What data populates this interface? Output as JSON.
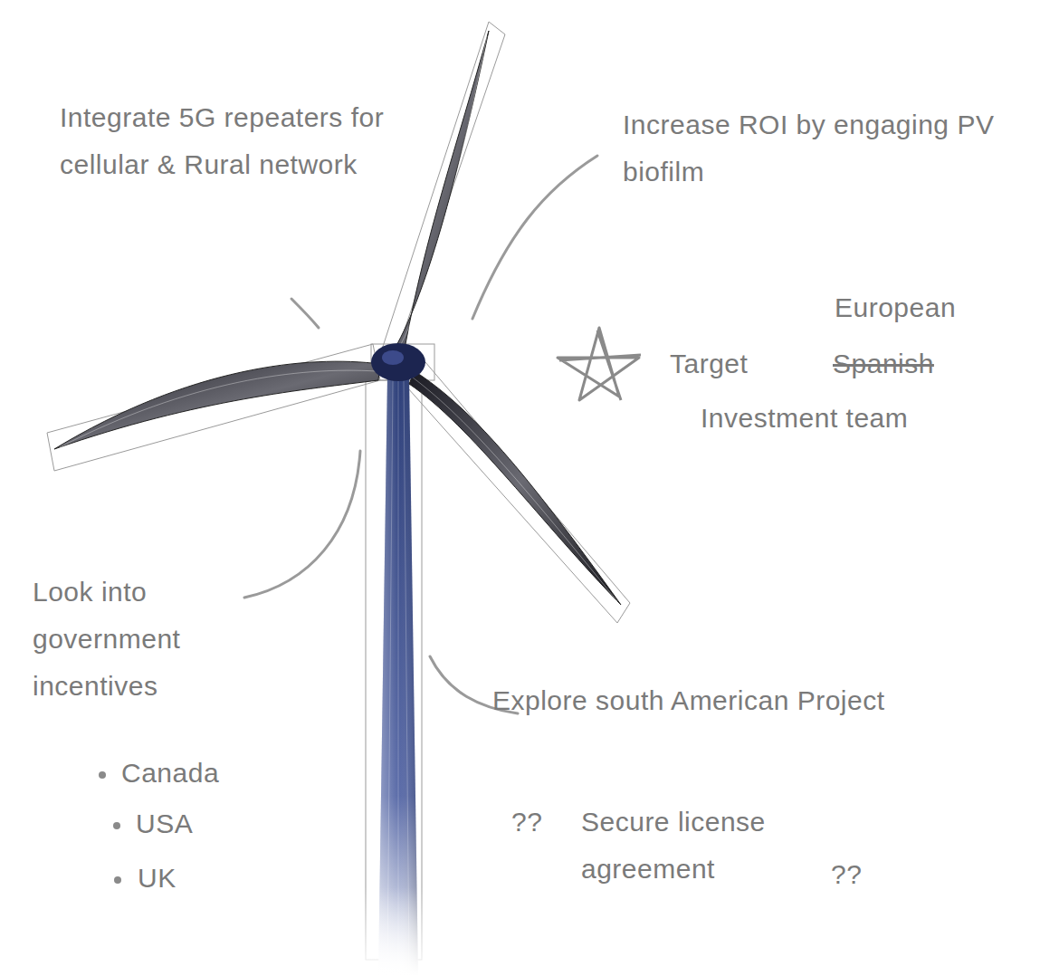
{
  "diagram": {
    "labels": [
      "Integrate 5G repeaters for cellular & Rural network",
      "Increase ROI by engaging PV biofilm",
      "European",
      "Target",
      "Spanish",
      "Investment team",
      "Look into government incentives",
      "Canada",
      "USA",
      "UK",
      "Explore south American Project",
      "??",
      "Secure license agreement",
      "??"
    ]
  }
}
